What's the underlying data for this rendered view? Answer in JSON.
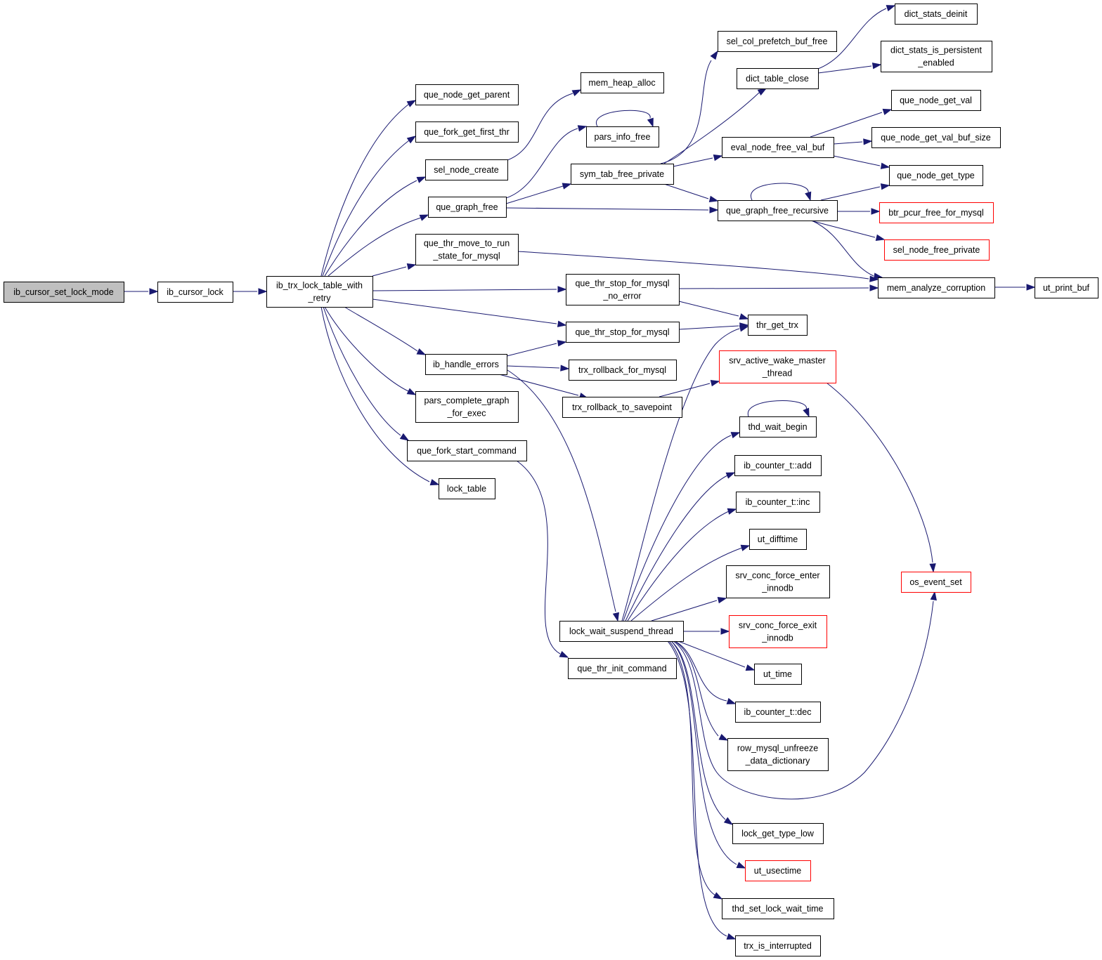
{
  "graph": {
    "nodes": [
      {
        "id": "n_root",
        "lines": [
          "ib_cursor_set_lock_mode"
        ],
        "style": "root"
      },
      {
        "id": "n_lock",
        "lines": [
          "ib_cursor_lock"
        ]
      },
      {
        "id": "n_retry",
        "lines": [
          "ib_trx_lock_table_with",
          "_retry"
        ]
      },
      {
        "id": "n_qngp",
        "lines": [
          "que_node_get_parent"
        ]
      },
      {
        "id": "n_qfgft",
        "lines": [
          "que_fork_get_first_thr"
        ]
      },
      {
        "id": "n_snc",
        "lines": [
          "sel_node_create"
        ]
      },
      {
        "id": "n_qgf",
        "lines": [
          "que_graph_free"
        ]
      },
      {
        "id": "n_qtmr",
        "lines": [
          "que_thr_move_to_run",
          "_state_for_mysql"
        ]
      },
      {
        "id": "n_ihe",
        "lines": [
          "ib_handle_errors"
        ]
      },
      {
        "id": "n_pcg",
        "lines": [
          "pars_complete_graph",
          "_for_exec"
        ]
      },
      {
        "id": "n_qfsc",
        "lines": [
          "que_fork_start_command"
        ]
      },
      {
        "id": "n_lt",
        "lines": [
          "lock_table"
        ]
      },
      {
        "id": "n_mha",
        "lines": [
          "mem_heap_alloc"
        ]
      },
      {
        "id": "n_pif",
        "lines": [
          "pars_info_free"
        ]
      },
      {
        "id": "n_stfp",
        "lines": [
          "sym_tab_free_private"
        ]
      },
      {
        "id": "n_qtsne",
        "lines": [
          "que_thr_stop_for_mysql",
          "_no_error"
        ]
      },
      {
        "id": "n_qtsm",
        "lines": [
          "que_thr_stop_for_mysql"
        ]
      },
      {
        "id": "n_trfm",
        "lines": [
          "trx_rollback_for_mysql"
        ]
      },
      {
        "id": "n_trts",
        "lines": [
          "trx_rollback_to_savepoint"
        ]
      },
      {
        "id": "n_lwst",
        "lines": [
          "lock_wait_suspend_thread"
        ]
      },
      {
        "id": "n_qtic",
        "lines": [
          "que_thr_init_command"
        ]
      },
      {
        "id": "n_scpbf",
        "lines": [
          "sel_col_prefetch_buf_free"
        ]
      },
      {
        "id": "n_dtc",
        "lines": [
          "dict_table_close"
        ]
      },
      {
        "id": "n_enfvb",
        "lines": [
          "eval_node_free_val_buf"
        ]
      },
      {
        "id": "n_qgfr",
        "lines": [
          "que_graph_free_recursive"
        ]
      },
      {
        "id": "n_mac",
        "lines": [
          "mem_analyze_corruption"
        ]
      },
      {
        "id": "n_tgt",
        "lines": [
          "thr_get_trx"
        ]
      },
      {
        "id": "n_sawmt",
        "lines": [
          "srv_active_wake_master",
          "_thread"
        ],
        "style": "red"
      },
      {
        "id": "n_twb",
        "lines": [
          "thd_wait_begin"
        ]
      },
      {
        "id": "n_ica",
        "lines": [
          "ib_counter_t::add"
        ]
      },
      {
        "id": "n_ici",
        "lines": [
          "ib_counter_t::inc"
        ]
      },
      {
        "id": "n_udt",
        "lines": [
          "ut_difftime"
        ]
      },
      {
        "id": "n_scfen",
        "lines": [
          "srv_conc_force_enter",
          "_innodb"
        ]
      },
      {
        "id": "n_scfex",
        "lines": [
          "srv_conc_force_exit",
          "_innodb"
        ],
        "style": "red"
      },
      {
        "id": "n_ut",
        "lines": [
          "ut_time"
        ]
      },
      {
        "id": "n_icd",
        "lines": [
          "ib_counter_t::dec"
        ]
      },
      {
        "id": "n_rmudd",
        "lines": [
          "row_mysql_unfreeze",
          "_data_dictionary"
        ]
      },
      {
        "id": "n_lgtl",
        "lines": [
          "lock_get_type_low"
        ]
      },
      {
        "id": "n_uu",
        "lines": [
          "ut_usectime"
        ],
        "style": "red"
      },
      {
        "id": "n_tslwt",
        "lines": [
          "thd_set_lock_wait_time"
        ]
      },
      {
        "id": "n_tii",
        "lines": [
          "trx_is_interrupted"
        ]
      },
      {
        "id": "n_dsd",
        "lines": [
          "dict_stats_deinit"
        ]
      },
      {
        "id": "n_dsipe",
        "lines": [
          "dict_stats_is_persistent",
          "_enabled"
        ]
      },
      {
        "id": "n_qngv",
        "lines": [
          "que_node_get_val"
        ]
      },
      {
        "id": "n_qngvbs",
        "lines": [
          "que_node_get_val_buf_size"
        ]
      },
      {
        "id": "n_qngt",
        "lines": [
          "que_node_get_type"
        ]
      },
      {
        "id": "n_bpffm",
        "lines": [
          "btr_pcur_free_for_mysql"
        ],
        "style": "red"
      },
      {
        "id": "n_snfp",
        "lines": [
          "sel_node_free_private"
        ],
        "style": "red"
      },
      {
        "id": "n_upb",
        "lines": [
          "ut_print_buf"
        ]
      },
      {
        "id": "n_oes",
        "lines": [
          "os_event_set"
        ],
        "style": "red"
      }
    ],
    "edges": [
      [
        "n_root",
        "n_lock"
      ],
      [
        "n_lock",
        "n_retry"
      ],
      [
        "n_retry",
        "n_qngp"
      ],
      [
        "n_retry",
        "n_qfgft"
      ],
      [
        "n_retry",
        "n_snc"
      ],
      [
        "n_retry",
        "n_qgf"
      ],
      [
        "n_retry",
        "n_qtmr"
      ],
      [
        "n_retry",
        "n_qtsne"
      ],
      [
        "n_retry",
        "n_qtsm"
      ],
      [
        "n_retry",
        "n_ihe"
      ],
      [
        "n_retry",
        "n_pcg"
      ],
      [
        "n_retry",
        "n_qfsc"
      ],
      [
        "n_retry",
        "n_lt"
      ],
      [
        "n_snc",
        "n_mha"
      ],
      [
        "n_qgf",
        "n_pif"
      ],
      [
        "n_qgf",
        "n_stfp"
      ],
      [
        "n_qgf",
        "n_qgfr"
      ],
      [
        "n_pif",
        "n_pif"
      ],
      [
        "n_stfp",
        "n_scpbf"
      ],
      [
        "n_stfp",
        "n_dtc"
      ],
      [
        "n_stfp",
        "n_enfvb"
      ],
      [
        "n_stfp",
        "n_qgfr"
      ],
      [
        "n_dtc",
        "n_dsd"
      ],
      [
        "n_dtc",
        "n_dsipe"
      ],
      [
        "n_enfvb",
        "n_qngv"
      ],
      [
        "n_enfvb",
        "n_qngvbs"
      ],
      [
        "n_enfvb",
        "n_qngt"
      ],
      [
        "n_qgfr",
        "n_qgfr"
      ],
      [
        "n_qgfr",
        "n_qngt"
      ],
      [
        "n_qgfr",
        "n_bpffm"
      ],
      [
        "n_qgfr",
        "n_snfp"
      ],
      [
        "n_qgfr",
        "n_mac"
      ],
      [
        "n_qtmr",
        "n_mac"
      ],
      [
        "n_qtsne",
        "n_mac"
      ],
      [
        "n_qtsne",
        "n_tgt"
      ],
      [
        "n_qtsm",
        "n_tgt"
      ],
      [
        "n_mac",
        "n_upb"
      ],
      [
        "n_ihe",
        "n_qtsm"
      ],
      [
        "n_ihe",
        "n_trfm"
      ],
      [
        "n_ihe",
        "n_trts"
      ],
      [
        "n_ihe",
        "n_lwst"
      ],
      [
        "n_trts",
        "n_sawmt"
      ],
      [
        "n_sawmt",
        "n_oes"
      ],
      [
        "n_qfsc",
        "n_qtic"
      ],
      [
        "n_lwst",
        "n_tgt"
      ],
      [
        "n_lwst",
        "n_twb"
      ],
      [
        "n_lwst",
        "n_ica"
      ],
      [
        "n_lwst",
        "n_ici"
      ],
      [
        "n_lwst",
        "n_udt"
      ],
      [
        "n_lwst",
        "n_scfen"
      ],
      [
        "n_lwst",
        "n_scfex"
      ],
      [
        "n_lwst",
        "n_ut"
      ],
      [
        "n_lwst",
        "n_icd"
      ],
      [
        "n_lwst",
        "n_rmudd"
      ],
      [
        "n_lwst",
        "n_oes"
      ],
      [
        "n_lwst",
        "n_lgtl"
      ],
      [
        "n_lwst",
        "n_uu"
      ],
      [
        "n_lwst",
        "n_tslwt"
      ],
      [
        "n_lwst",
        "n_tii"
      ],
      [
        "n_twb",
        "n_twb"
      ]
    ]
  }
}
